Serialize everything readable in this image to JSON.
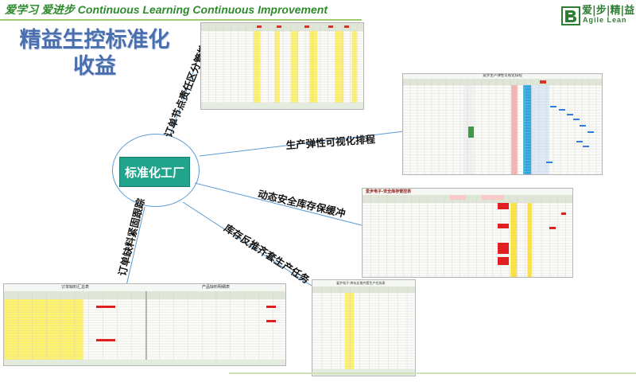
{
  "header": {
    "slogan": "爱学习 爱进步 Continuous Learning Continuous Improvement",
    "logo_cn": "爱|步|精|益",
    "logo_en": "Agile Lean"
  },
  "title": {
    "line1": "精益生控标准化",
    "line2": "收益"
  },
  "hub": {
    "label": "标准化工厂"
  },
  "branches": [
    {
      "label": "订单节点责任区分管控"
    },
    {
      "label": "生产弹性可视化排程"
    },
    {
      "label": "动态安全库存保缓冲"
    },
    {
      "label": "库存反推齐套生产任务"
    },
    {
      "label": "订单缺料紧固跟踪"
    }
  ],
  "sheets": {
    "order_node": {
      "name": "spreadsheet-order-node-control"
    },
    "schedule": {
      "title": "爱步生产弹性可视化排程"
    },
    "safety_stock": {
      "title": "爱步电子-安全库存管控表"
    },
    "kitting": {
      "title": "爱步电子-库存反推齐套生产任务表"
    },
    "shortage": {
      "left_title": "订单缺料汇总表",
      "right_title": "产品缺料明细表"
    }
  },
  "colors": {
    "accent": "#22a48c",
    "title": "#4a6fae",
    "slogan": "#2e8b2e",
    "line": "#5b9bd5"
  }
}
